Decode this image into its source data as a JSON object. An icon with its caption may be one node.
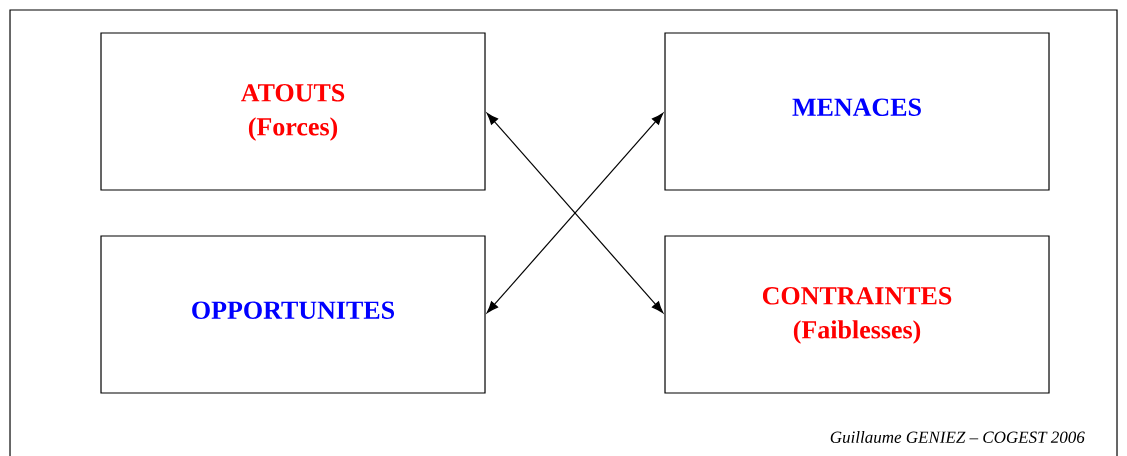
{
  "diagram": {
    "nodes": [
      {
        "text": [
          "ATOUTS",
          "(Forces)"
        ]
      },
      {
        "text": [
          "MENACES"
        ]
      },
      {
        "text": [
          "OPPORTUNITES"
        ]
      },
      {
        "text": [
          "CONTRAINTES",
          "(Faiblesses)"
        ]
      }
    ],
    "edges": [
      {
        "from": 0,
        "to": 3,
        "arrow": "both"
      },
      {
        "from": 2,
        "to": 1,
        "arrow": "both"
      }
    ],
    "labels": [
      "Guillaume GENIEZ – COGEST 2006"
    ]
  }
}
